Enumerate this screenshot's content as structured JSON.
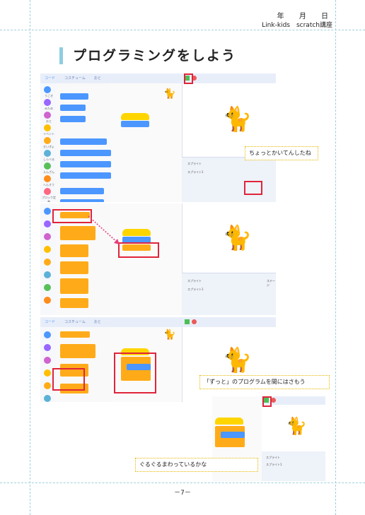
{
  "header": {
    "year": "年",
    "month": "月",
    "day": "日",
    "course": "Link-kids　scratch講座"
  },
  "title": "プログラミングをしよう",
  "scratch_ui": {
    "tabs": [
      "コード",
      "コスチューム",
      "おと"
    ],
    "categories": [
      "うごき",
      "みため",
      "おと",
      "イベント",
      "せいぎょ",
      "しらべる",
      "えんざん",
      "へんすう",
      "ブロック定義"
    ],
    "sprite_label": "スプライト",
    "sprite_name": "スプライト1",
    "stage_label": "ステージ"
  },
  "callouts": {
    "first": "ちょっとかいてんしたね",
    "second": "「ずっと」のプログラムを間にはさもう",
    "third": "ぐるぐるまわっているかな"
  },
  "page_number": "－7－"
}
